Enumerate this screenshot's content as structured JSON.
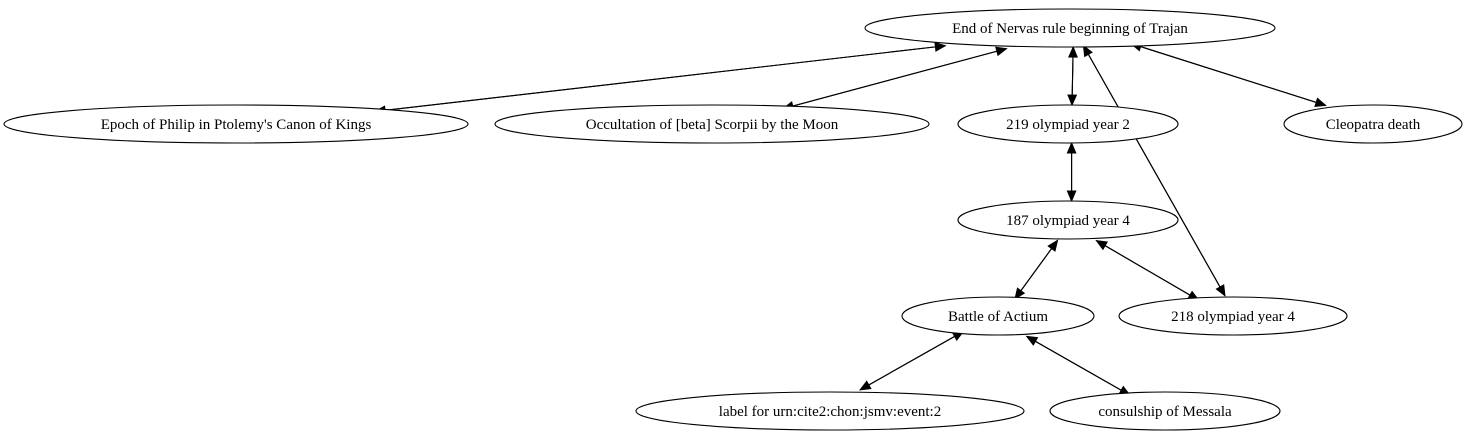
{
  "graph": {
    "nodes": [
      {
        "id": "trajan",
        "label": "End of Nervas rule beginning of Trajan"
      },
      {
        "id": "philip",
        "label": "Epoch of Philip in Ptolemy's Canon of Kings"
      },
      {
        "id": "scorpii",
        "label": "Occultation of [beta] Scorpii by the Moon"
      },
      {
        "id": "o219",
        "label": "219 olympiad year 2"
      },
      {
        "id": "cleopatra",
        "label": "Cleopatra death"
      },
      {
        "id": "o187",
        "label": "187 olympiad year 4"
      },
      {
        "id": "actium",
        "label": "Battle of Actium"
      },
      {
        "id": "o218",
        "label": "218 olympiad year 4"
      },
      {
        "id": "urn",
        "label": "label for urn:cite2:chon:jsmv:event:2"
      },
      {
        "id": "messala",
        "label": "consulship of Messala"
      }
    ],
    "edges": [
      {
        "from": "trajan",
        "to": "philip"
      },
      {
        "from": "philip",
        "to": "trajan"
      },
      {
        "from": "trajan",
        "to": "scorpii"
      },
      {
        "from": "scorpii",
        "to": "trajan"
      },
      {
        "from": "trajan",
        "to": "o219"
      },
      {
        "from": "o219",
        "to": "trajan"
      },
      {
        "from": "trajan",
        "to": "o218"
      },
      {
        "from": "o218",
        "to": "trajan"
      },
      {
        "from": "trajan",
        "to": "cleopatra"
      },
      {
        "from": "cleopatra",
        "to": "trajan"
      },
      {
        "from": "o219",
        "to": "o187"
      },
      {
        "from": "o187",
        "to": "o219"
      },
      {
        "from": "o187",
        "to": "actium"
      },
      {
        "from": "actium",
        "to": "o187"
      },
      {
        "from": "o187",
        "to": "o218"
      },
      {
        "from": "o218",
        "to": "o187"
      },
      {
        "from": "actium",
        "to": "urn"
      },
      {
        "from": "urn",
        "to": "actium"
      },
      {
        "from": "actium",
        "to": "messala"
      },
      {
        "from": "messala",
        "to": "actium"
      }
    ]
  }
}
